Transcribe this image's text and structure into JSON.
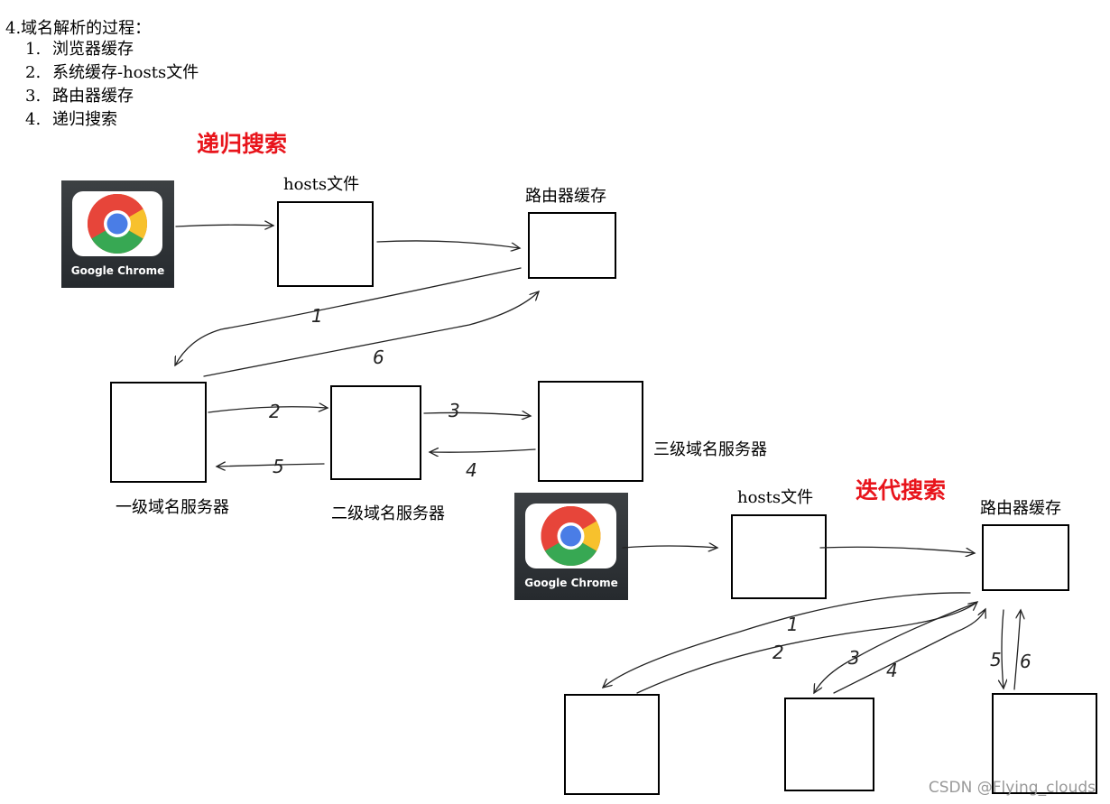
{
  "heading": "4.域名解析的过程：",
  "steps": [
    {
      "num": "1.",
      "text": "浏览器缓存"
    },
    {
      "num": "2.",
      "text": "系统缓存-hosts文件"
    },
    {
      "num": "3.",
      "text": "路由器缓存"
    },
    {
      "num": "4.",
      "text": "递归搜索"
    }
  ],
  "recursive": {
    "title": "递归搜索",
    "chrome_label": "Google Chrome",
    "hosts_label": "hosts文件",
    "router_label": "路由器缓存",
    "tld_label": "一级域名服务器",
    "sld_label": "二级域名服务器",
    "third_label": "三级域名服务器",
    "step_marks": [
      "1",
      "2",
      "3",
      "4",
      "5",
      "6"
    ]
  },
  "iterative": {
    "title": "迭代搜索",
    "chrome_label": "Google Chrome",
    "hosts_label": "hosts文件",
    "router_label": "路由器缓存",
    "step_marks": [
      "1",
      "2",
      "3",
      "4",
      "5",
      "6"
    ]
  },
  "watermark": "CSDN @Flying_clouds",
  "colors": {
    "title_red": "#e8141b",
    "chrome_tile": "#2f3337"
  }
}
